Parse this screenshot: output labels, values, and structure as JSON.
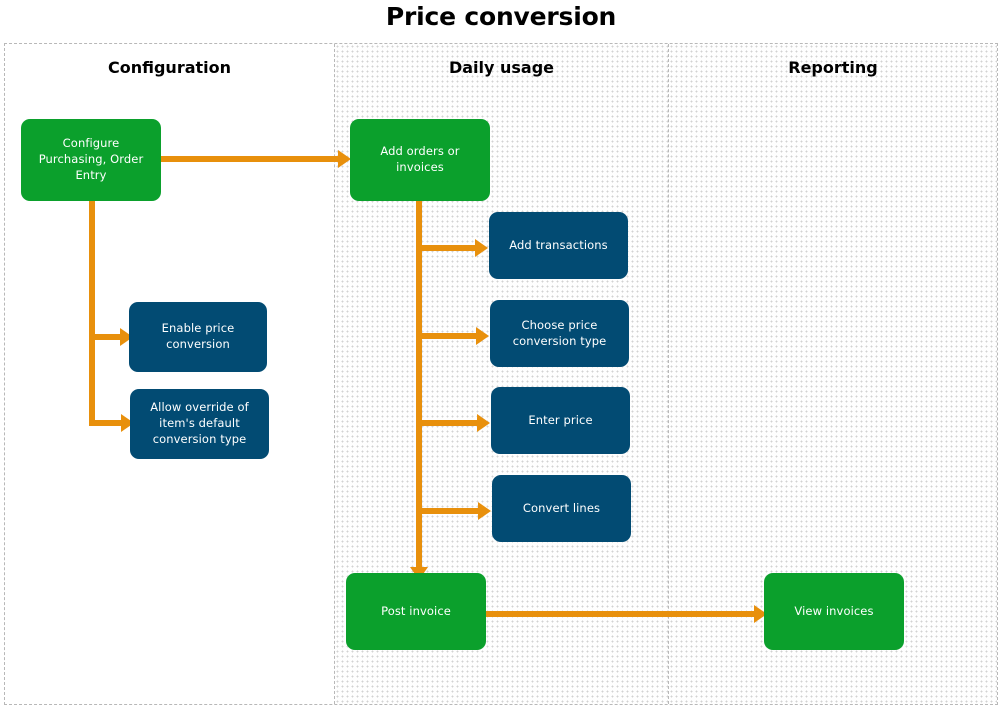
{
  "title": "Price conversion",
  "lanes": [
    {
      "id": "configuration",
      "label": "Configuration"
    },
    {
      "id": "daily-usage",
      "label": "Daily usage"
    },
    {
      "id": "reporting",
      "label": "Reporting"
    }
  ],
  "nodes": {
    "configure_purchasing": "Configure Purchasing, Order Entry",
    "enable_price_conversion": "Enable price conversion",
    "allow_override": "Allow override of item's default conversion type",
    "add_orders": "Add orders or invoices",
    "add_transactions": "Add transactions",
    "choose_conversion_type": "Choose price conversion type",
    "enter_price": "Enter price",
    "convert_lines": "Convert lines",
    "post_invoice": "Post invoice",
    "view_invoices": "View invoices"
  },
  "colors": {
    "start_node": "#0BA02C",
    "step_node": "#024B73",
    "connector": "#E8900C",
    "lane_border": "#b8b8b8",
    "title_text": "#000000"
  },
  "chart_data": {
    "type": "diagram",
    "diagram_type": "swimlane-flowchart",
    "title": "Price conversion",
    "lanes": [
      "Configuration",
      "Daily usage",
      "Reporting"
    ],
    "nodes": [
      {
        "id": "configure_purchasing",
        "label": "Configure Purchasing, Order Entry",
        "lane": "Configuration",
        "style": "start"
      },
      {
        "id": "enable_price_conversion",
        "label": "Enable price conversion",
        "lane": "Configuration",
        "style": "step"
      },
      {
        "id": "allow_override",
        "label": "Allow override of item's default conversion type",
        "lane": "Configuration",
        "style": "step"
      },
      {
        "id": "add_orders",
        "label": "Add orders or invoices",
        "lane": "Daily usage",
        "style": "start"
      },
      {
        "id": "add_transactions",
        "label": "Add transactions",
        "lane": "Daily usage",
        "style": "step"
      },
      {
        "id": "choose_conversion_type",
        "label": "Choose price conversion type",
        "lane": "Daily usage",
        "style": "step"
      },
      {
        "id": "enter_price",
        "label": "Enter price",
        "lane": "Daily usage",
        "style": "step"
      },
      {
        "id": "convert_lines",
        "label": "Convert lines",
        "lane": "Daily usage",
        "style": "step"
      },
      {
        "id": "post_invoice",
        "label": "Post invoice",
        "lane": "Daily usage",
        "style": "start"
      },
      {
        "id": "view_invoices",
        "label": "View invoices",
        "lane": "Reporting",
        "style": "start"
      }
    ],
    "edges": [
      {
        "from": "configure_purchasing",
        "to": "add_orders"
      },
      {
        "from": "configure_purchasing",
        "to": "enable_price_conversion"
      },
      {
        "from": "configure_purchasing",
        "to": "allow_override"
      },
      {
        "from": "add_orders",
        "to": "add_transactions"
      },
      {
        "from": "add_orders",
        "to": "choose_conversion_type"
      },
      {
        "from": "add_orders",
        "to": "enter_price"
      },
      {
        "from": "add_orders",
        "to": "convert_lines"
      },
      {
        "from": "add_orders",
        "to": "post_invoice"
      },
      {
        "from": "post_invoice",
        "to": "view_invoices"
      }
    ]
  }
}
